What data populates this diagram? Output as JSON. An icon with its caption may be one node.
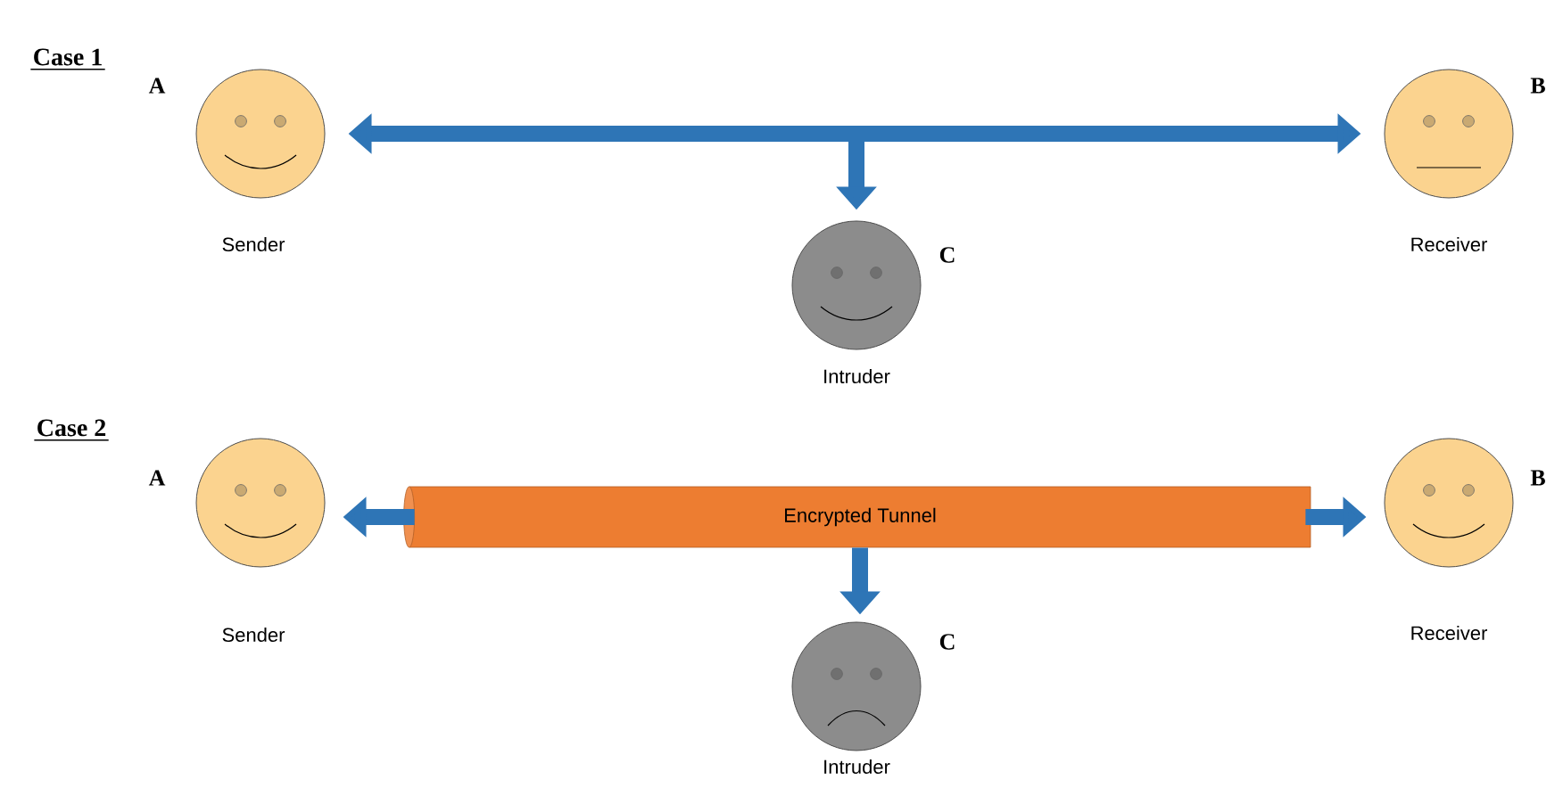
{
  "diagram": {
    "nodes": [
      {
        "text": [],
        "shape": "circle",
        "beside": [
          "A",
          "Sender"
        ]
      },
      {
        "text": [],
        "shape": "circle",
        "beside": [
          "B",
          "Receiver"
        ]
      },
      {
        "text": [],
        "shape": "circle",
        "beside": [
          "C",
          "Intruder"
        ]
      },
      {
        "text": [],
        "shape": "circle",
        "beside": [
          "A",
          "Sender"
        ]
      },
      {
        "text": [
          "Encrypted Tunnel"
        ]
      },
      {
        "text": [],
        "shape": "circle",
        "beside": [
          "B",
          "Receiver"
        ]
      },
      {
        "text": [],
        "shape": "circle",
        "beside": [
          "C",
          "Intruder"
        ]
      }
    ],
    "edges": [
      {
        "from": 0,
        "to": 1,
        "arrow": "both"
      },
      {
        "from": null,
        "to": 2,
        "arrow": "to"
      },
      {
        "from": 4,
        "to": 3,
        "arrow": "to"
      },
      {
        "from": 4,
        "to": 5,
        "arrow": "to"
      },
      {
        "from": 4,
        "to": 6,
        "arrow": "to"
      }
    ],
    "labels": [
      "Case 1",
      "Case 2"
    ]
  }
}
